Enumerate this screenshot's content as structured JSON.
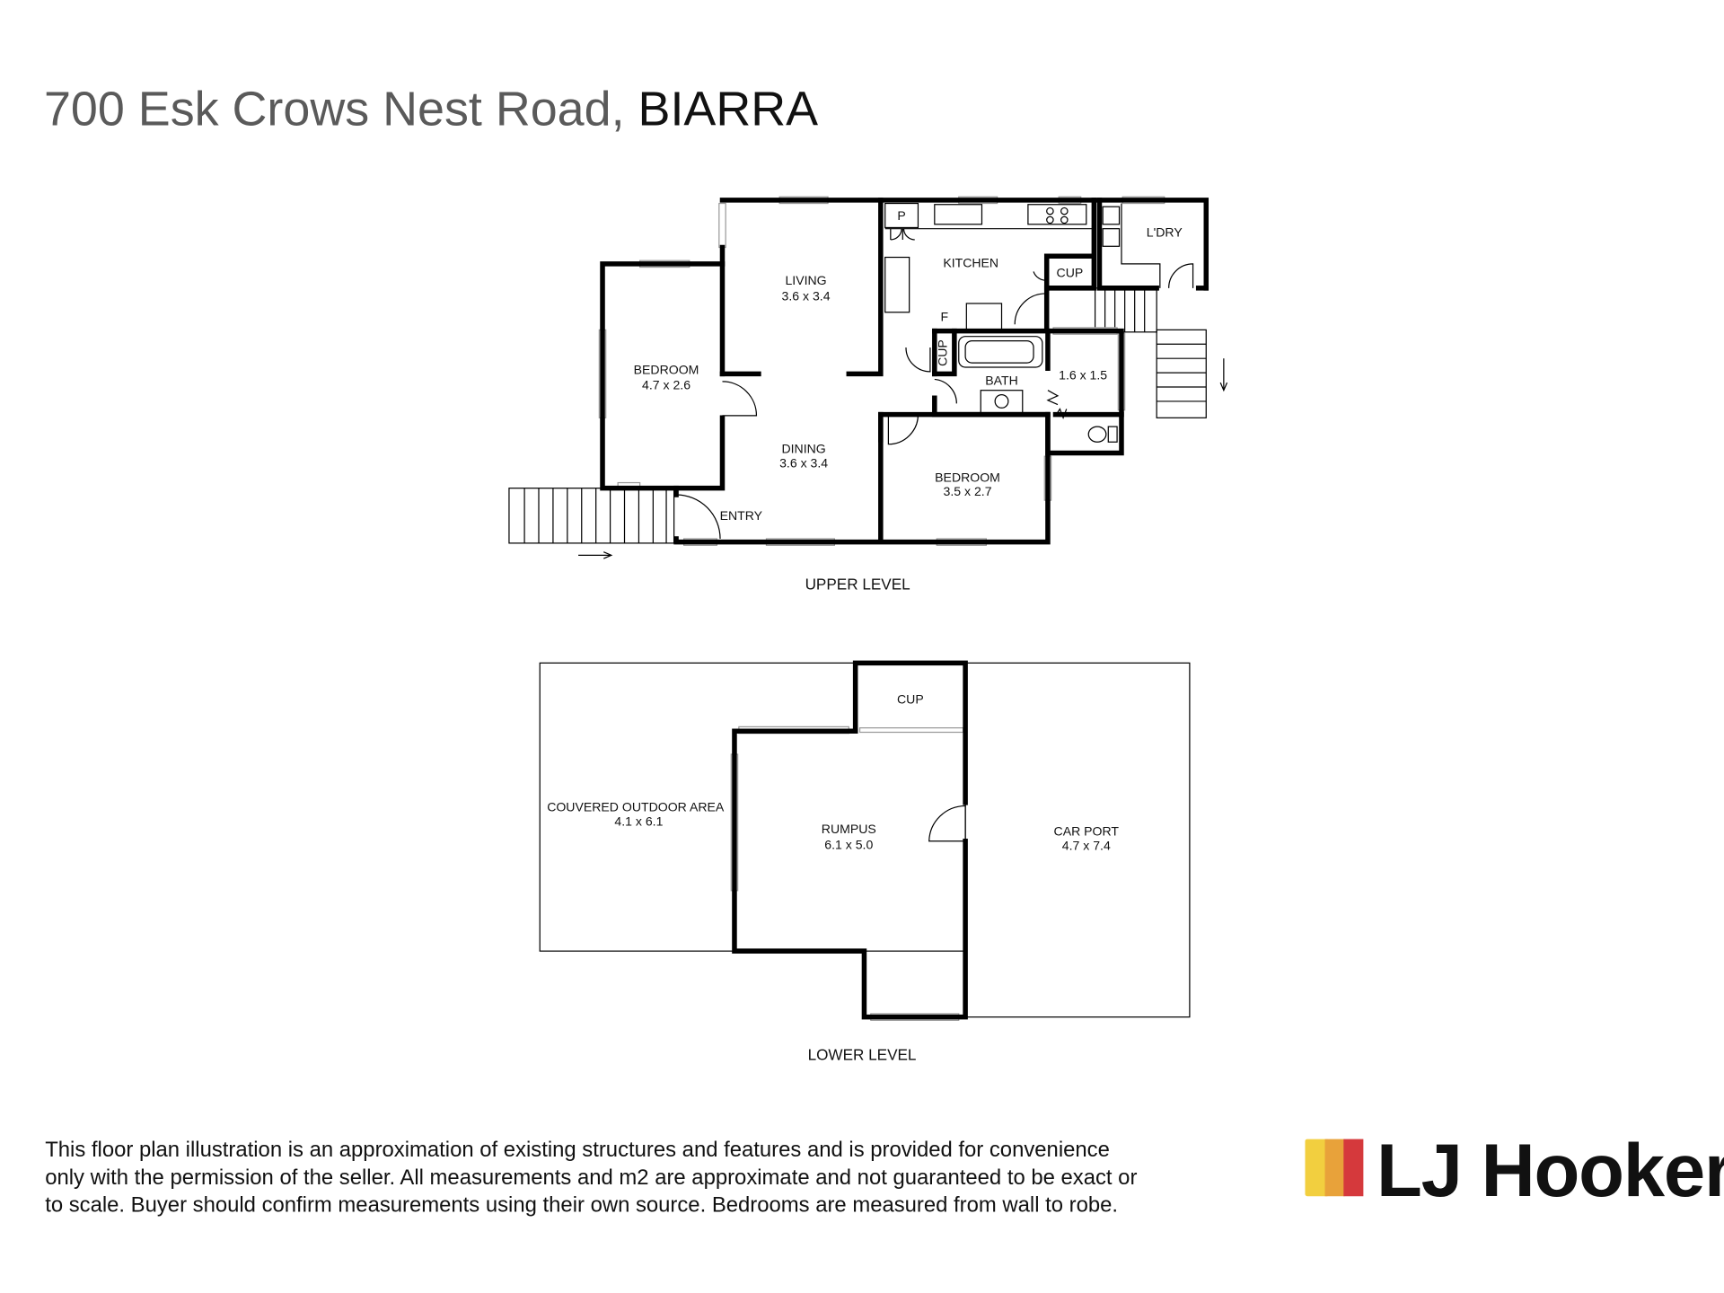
{
  "title": {
    "address": "700 Esk Crows Nest Road, ",
    "suburb": "BIARRA"
  },
  "upper_level": {
    "label": "UPPER LEVEL",
    "rooms": {
      "bedroom1": {
        "name": "BEDROOM",
        "size": "4.7 x 2.6"
      },
      "living": {
        "name": "LIVING",
        "size": "3.6 x 3.4"
      },
      "dining": {
        "name": "DINING",
        "size": "3.6 x 3.4"
      },
      "kitchen": {
        "name": "KITCHEN"
      },
      "pantry": {
        "name": "P"
      },
      "fridge": {
        "name": "F"
      },
      "kitchen_cup": {
        "name": "CUP"
      },
      "laundry": {
        "name": "L'DRY"
      },
      "bath_cup": {
        "name": "CUP"
      },
      "bath": {
        "name": "BATH"
      },
      "wc": {
        "size": "1.6 x 1.5"
      },
      "bedroom2": {
        "name": "BEDROOM",
        "size": "3.5 x 2.7"
      },
      "entry": {
        "name": "ENTRY"
      }
    }
  },
  "lower_level": {
    "label": "LOWER LEVEL",
    "rooms": {
      "cup": {
        "name": "CUP"
      },
      "outdoor": {
        "name": "COUVERED OUTDOOR AREA",
        "size": "4.1 x 6.1"
      },
      "rumpus": {
        "name": "RUMPUS",
        "size": "6.1 x 5.0"
      },
      "carport": {
        "name": "CAR PORT",
        "size": "4.7 x 7.4"
      }
    }
  },
  "disclaimer": [
    "This floor plan illustration is an approximation of existing structures and features and is provided for convenience",
    "only with the permission of the seller. All measurements and m2 are approximate and not guaranteed to be exact or",
    "to scale. Buyer should confirm measurements using their own source. Bedrooms are measured from wall to robe."
  ],
  "logo": {
    "text": "LJ Hooker",
    "colors": [
      "#f2cf3f",
      "#e8a23a",
      "#d5393c"
    ]
  }
}
